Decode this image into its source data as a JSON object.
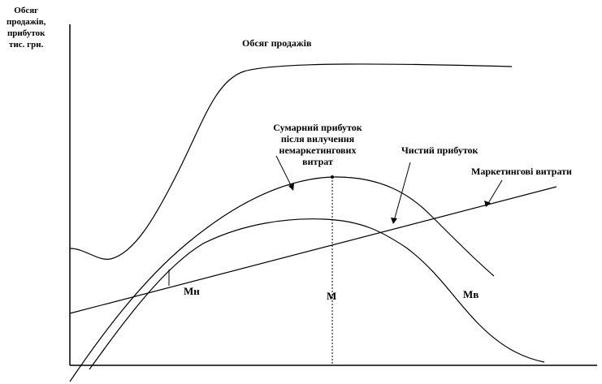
{
  "y_axis_label": [
    "Обсяг",
    "продажів,",
    "прибуток",
    "тис. грн."
  ],
  "curves": {
    "sales": "Обсяг продажів",
    "total_profit": [
      "Сумарний прибуток",
      "після вилучення",
      "немаркетингових",
      "витрат"
    ],
    "net_profit": "Чистий прибуток",
    "marketing_costs": "Маркетингові витрати"
  },
  "points": {
    "min_left": "Мн",
    "optimum": "М",
    "min_right": "Мв"
  }
}
